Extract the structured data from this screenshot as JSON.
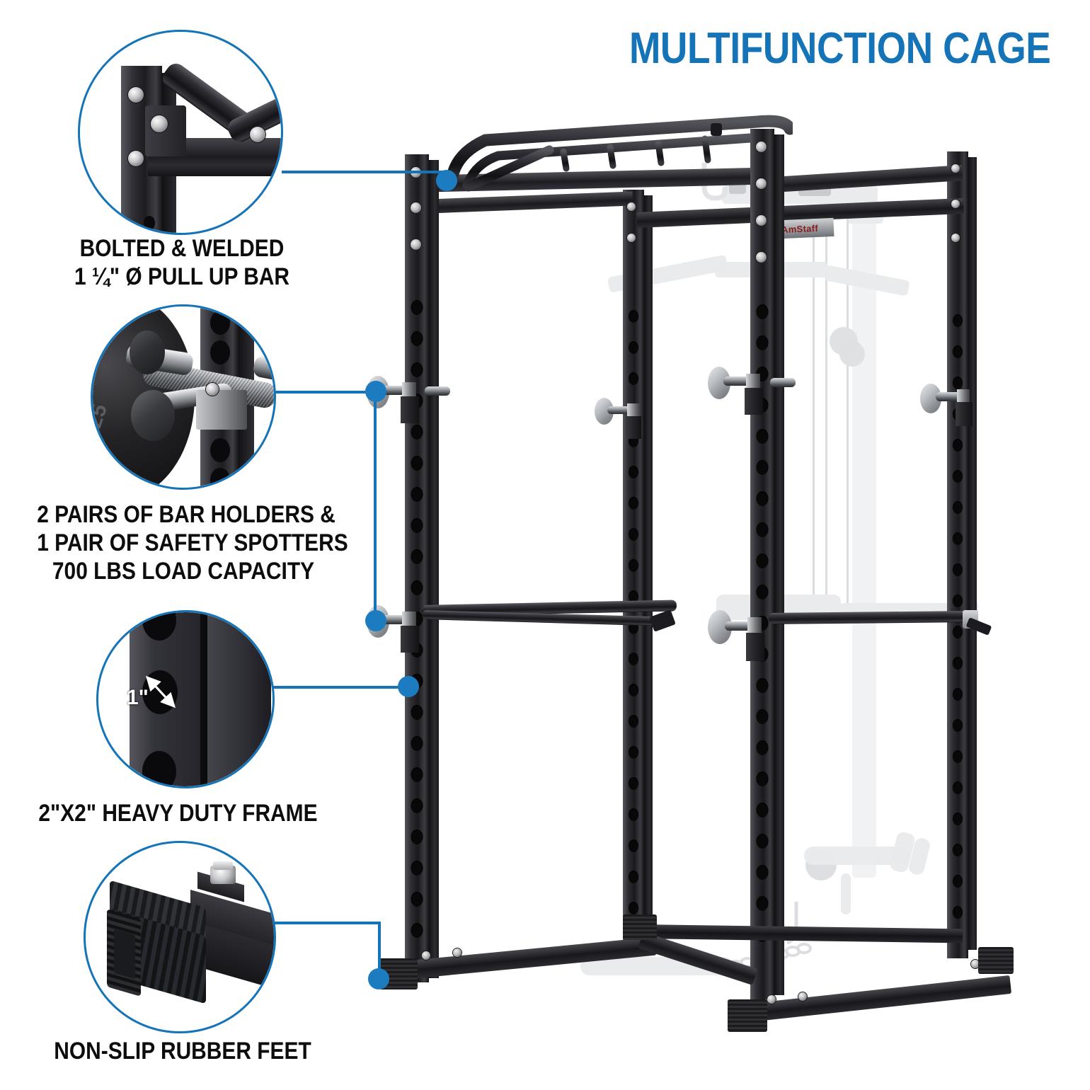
{
  "title": "MULTIFUNCTION CAGE",
  "brand": {
    "label": "AmStaff"
  },
  "colors": {
    "accent_blue": "#1574b8",
    "dot_blue": "#1d7cc0",
    "text_black": "#0d0d0d",
    "background": "#ffffff",
    "frame_black": "#1a1a1e",
    "chrome": "#b9bdc2",
    "ghost_grey": "#e9eaec"
  },
  "callouts": [
    {
      "id": "pull-up-bar",
      "icon": "bolted-welded-joint-photo",
      "caption_lines": [
        "BOLTED & WELDED",
        "1 ¼\" Ø PULL UP BAR"
      ]
    },
    {
      "id": "bar-holders",
      "icon": "bar-holder-peg-photo",
      "caption_lines": [
        "2 PAIRS OF BAR HOLDERS &",
        "1 PAIR OF SAFETY SPOTTERS",
        "700 LBS LOAD CAPACITY"
      ]
    },
    {
      "id": "heavy-duty-frame",
      "icon": "frame-upright-hole-photo",
      "dimension_label": "1\"",
      "caption_lines": [
        "2\"X2\" HEAVY DUTY FRAME"
      ]
    },
    {
      "id": "rubber-feet",
      "icon": "rubber-foot-photo",
      "caption_lines": [
        "NON-SLIP RUBBER FEET"
      ]
    }
  ],
  "product": {
    "name": "power-rack-cage",
    "parts": [
      "multi-grip-pull-up-bar",
      "front-left-upright",
      "front-right-upright",
      "rear-left-upright",
      "rear-right-upright",
      "top-crossbar",
      "j-hook-bar-holders",
      "safety-spotter-bars",
      "base-rails",
      "non-slip-rubber-feet"
    ],
    "ghost_accessories": [
      "lat-pulldown-tower",
      "lat-pulldown-bar",
      "low-row-handle",
      "cable-pulleys",
      "weight-bench",
      "chain-link"
    ]
  }
}
